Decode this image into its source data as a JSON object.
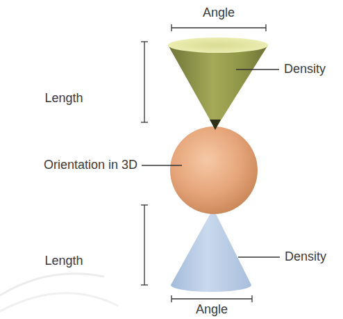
{
  "diagram": {
    "labels": [
      "Angle",
      "Length",
      "Density",
      "Orientation in 3D",
      "Length",
      "Density",
      "Angle"
    ]
  }
}
